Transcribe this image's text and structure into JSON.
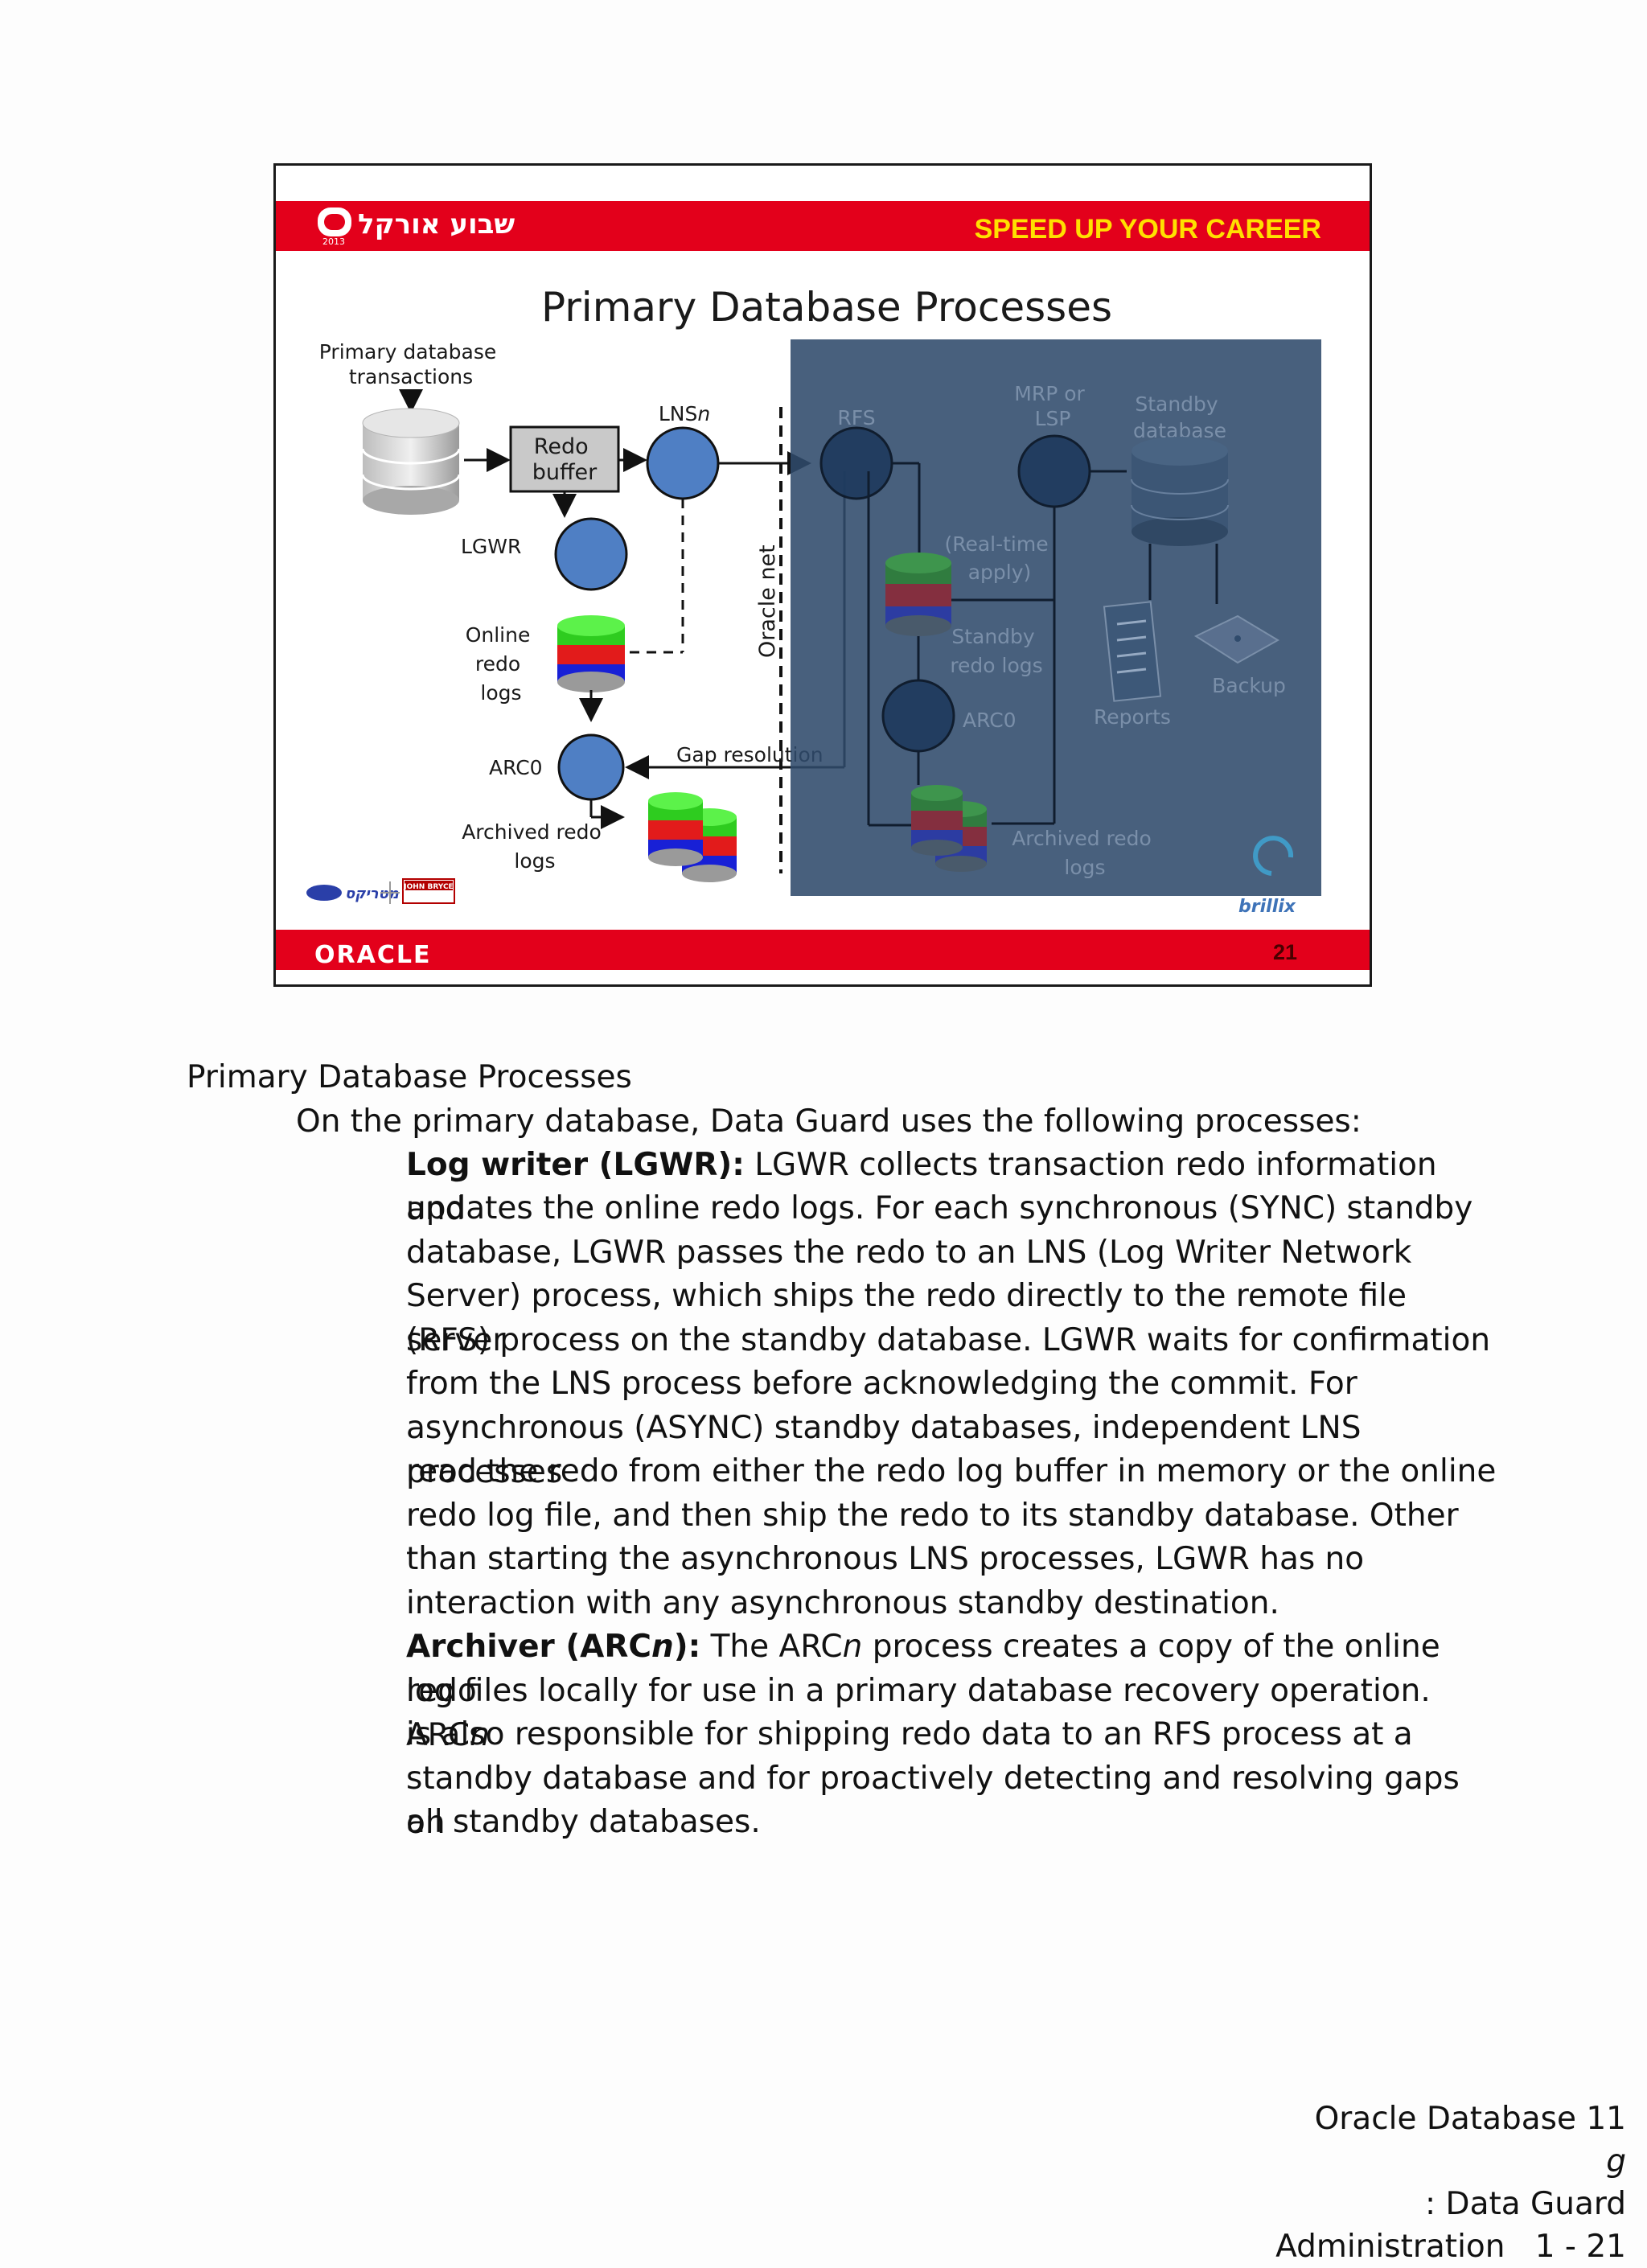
{
  "slide": {
    "header_brand": "שבוע אורקל",
    "header_year": "2013",
    "header_slogan": "SPEED UP YOUR CAREER",
    "title": "Primary Database Processes",
    "footer_logo": "ORACLE",
    "slide_number": "21",
    "sponsor_logos": [
      "מטריקס",
      "JOHN BRYCE",
      "brillix"
    ],
    "diagram": {
      "primary_db_label": [
        "Primary database",
        "transactions"
      ],
      "redo_buffer": [
        "Redo",
        "buffer"
      ],
      "lgwr": "LGWR",
      "lnsn_prefix": "LNS",
      "lnsn_italic": "n",
      "online_redo_logs": [
        "Online",
        "redo",
        "logs"
      ],
      "arc0": "ARC0",
      "archived_redo_logs": [
        "Archived redo",
        "logs"
      ],
      "gap_resolution": "Gap resolution",
      "oracle_net": "Oracle net",
      "rfs": "RFS",
      "mrp_lsp": [
        "MRP or",
        "LSP"
      ],
      "standby_database": [
        "Standby",
        "database"
      ],
      "real_time_apply": [
        "(Real-time",
        "apply)"
      ],
      "standby_redo_logs": [
        "Standby",
        "redo logs"
      ],
      "arc0_standby": "ARC0",
      "reports": "Reports",
      "backup": "Backup",
      "archived_redo_logs_standby": [
        "Archived redo",
        "logs"
      ]
    },
    "colors": {
      "header_red": "#e3001b",
      "slogan_yellow": "#ffe000",
      "process_blue": "#4f7fc4",
      "overlay_navy": "#2f4a6b"
    }
  },
  "notes": {
    "heading": "Primary Database Processes",
    "intro": "On the primary database, Data Guard uses the following processes:",
    "lgwr_title": "Log writer (LGWR):",
    "lgwr_lines": [
      "LGWR collects transaction redo information and",
      "updates the online redo logs. For each synchronous (SYNC) standby",
      "database, LGWR passes the redo to an LNS (Log Writer Network",
      "Server) process, which ships the redo directly to the remote file server",
      "(RFS) process on the standby database. LGWR waits for confirmation",
      "from the LNS process before acknowledging the commit. For",
      "asynchronous (ASYNC) standby databases, independent LNS processes",
      "read the redo from either the redo log buffer in memory or the online",
      "redo log file, and then ship the redo to its standby database. Other",
      "than starting the asynchronous LNS processes, LGWR has no",
      "interaction with any asynchronous standby destination."
    ],
    "arcn_title_a": "Archiver (ARC",
    "arcn_title_n": "n",
    "arcn_title_b": "):",
    "arcn_l1_a": "The ARC",
    "arcn_l1_n": "n",
    "arcn_l1_b": "process creates a copy of the online redo",
    "arcn_l2_a": "log files locally for use in a primary database recovery operation. ARC",
    "arcn_l2_n": "n",
    "arcn_lines": [
      "is also responsible for shipping redo data to an RFS process at a",
      "standby database and for proactively detecting and resolving gaps on",
      "all standby databases."
    ]
  },
  "footer": {
    "line1_a": "Oracle Database 11",
    "line1_g": "g",
    "line1_b": ": Data Guard",
    "line2": "Administration   1 - 21"
  }
}
